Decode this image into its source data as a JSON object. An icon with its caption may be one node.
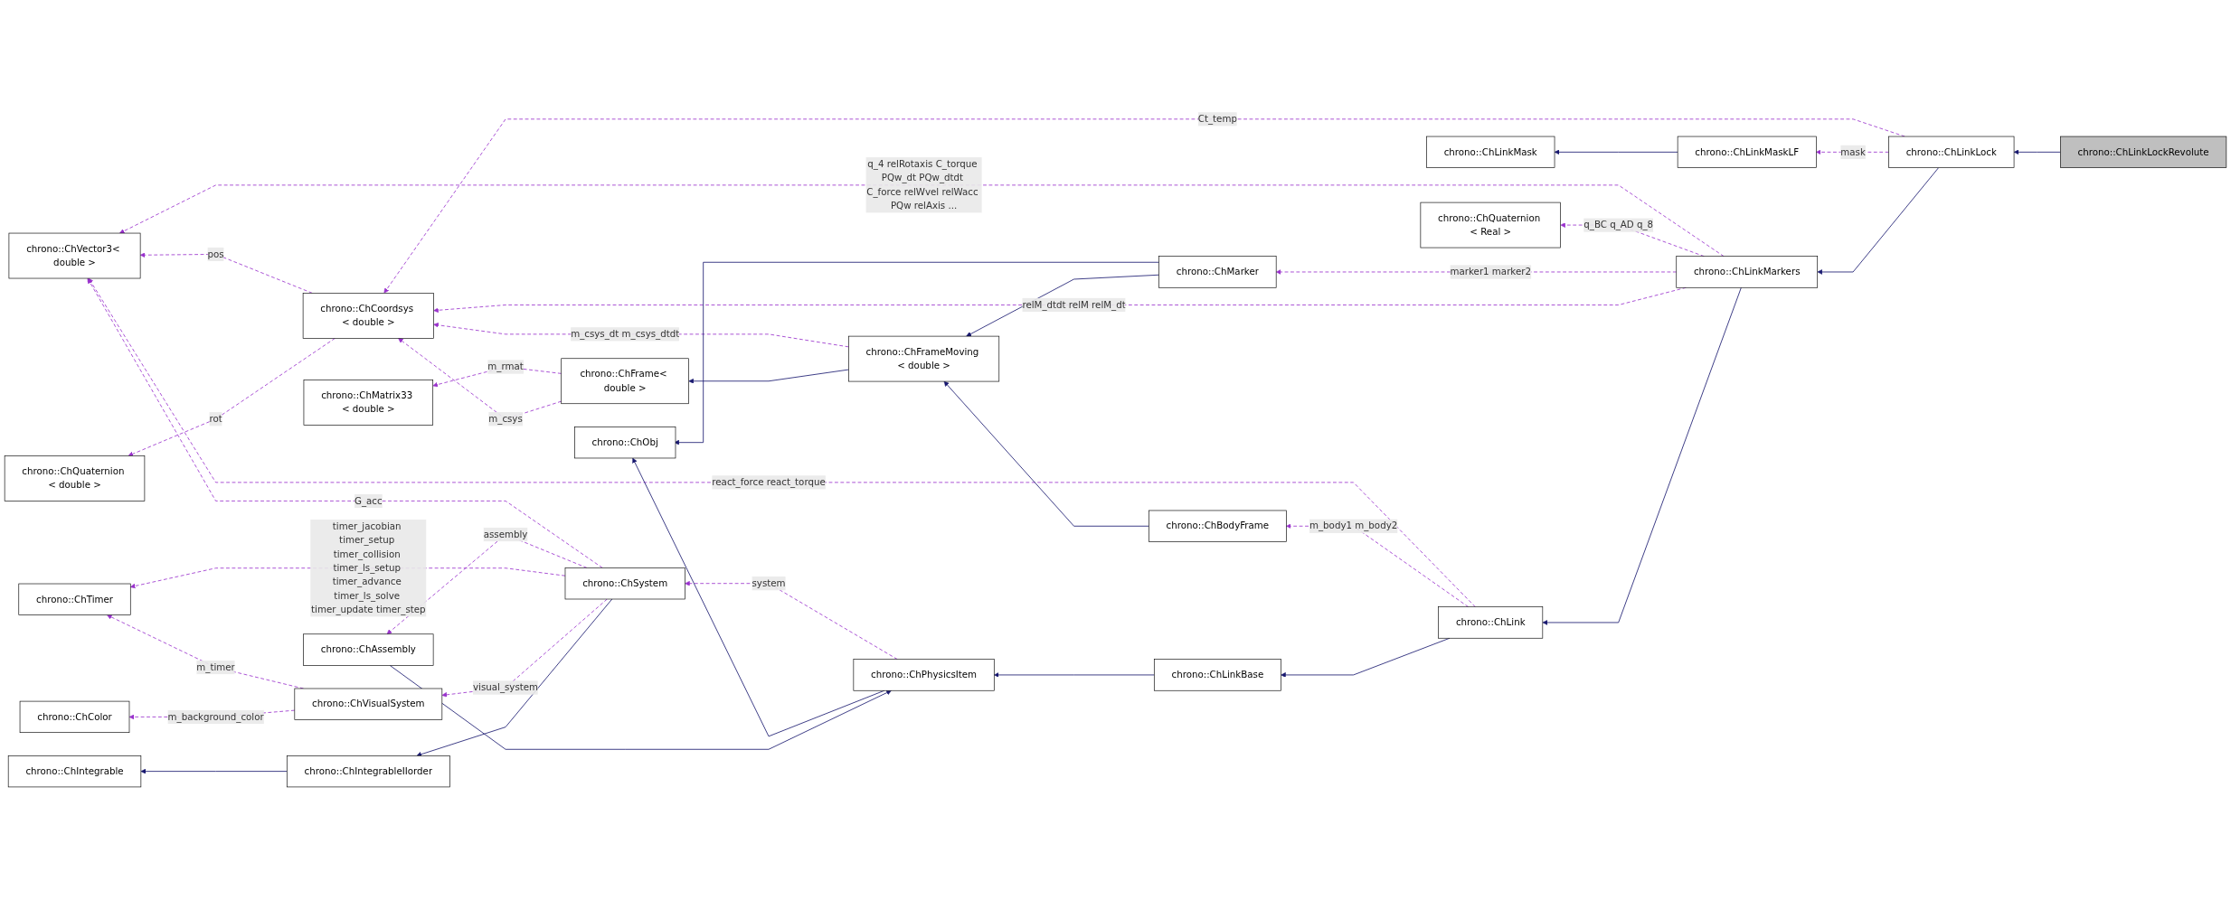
{
  "diagram": {
    "nodes": [
      {
        "text": [
          "chrono::ChVector3< double >"
        ]
      },
      {
        "text": [
          "chrono::ChQuaternion < double >"
        ]
      },
      {
        "text": [
          "chrono::ChMatrix33 < double >"
        ]
      },
      {
        "text": [
          "chrono::ChCoordsys < double >"
        ]
      },
      {
        "text": [
          "chrono::ChFrame< double >"
        ]
      },
      {
        "text": [
          "chrono::ChObj"
        ]
      },
      {
        "text": [
          "chrono::ChFrameMoving < double >"
        ]
      },
      {
        "text": [
          "chrono::ChPhysicsItem"
        ]
      },
      {
        "text": [
          "chrono::ChMarker"
        ]
      },
      {
        "text": [
          "chrono::ChBodyFrame"
        ]
      },
      {
        "text": [
          "chrono::ChLinkBase"
        ]
      },
      {
        "text": [
          "chrono::ChAssembly"
        ]
      },
      {
        "text": [
          "chrono::ChTimer"
        ]
      },
      {
        "text": [
          "chrono::ChColor"
        ]
      },
      {
        "text": [
          "chrono::ChIntegrable"
        ]
      },
      {
        "text": [
          "chrono::ChVisualSystem"
        ]
      },
      {
        "text": [
          "chrono::ChIntegrableIIorder"
        ]
      },
      {
        "text": [
          "chrono::ChLink"
        ]
      },
      {
        "text": [
          "chrono::ChSystem"
        ]
      },
      {
        "text": [
          "chrono::ChQuaternion < Real >"
        ]
      },
      {
        "text": [
          "chrono::ChLinkMarkers"
        ]
      },
      {
        "text": [
          "chrono::ChLinkMask"
        ]
      },
      {
        "text": [
          "chrono::ChLinkMaskLF"
        ]
      },
      {
        "text": [
          "chrono::ChLinkLock"
        ]
      },
      {
        "text": [
          "chrono::ChLinkLockRevolute"
        ]
      }
    ],
    "edges": [
      {
        "from": 20,
        "to": 0,
        "arrow": "to",
        "style": "dashed",
        "label": "q_4 relRotaxis C_torque PQw_dt PQw_dtdt C_force relWvel relWacc PQw relAxis ..."
      },
      {
        "from": 17,
        "to": 0,
        "arrow": "to",
        "style": "dashed",
        "label": "react_force react_torque"
      },
      {
        "from": 20,
        "to": 19,
        "arrow": "to",
        "style": "dashed",
        "label": "q_BC q_AD q_8"
      },
      {
        "from": 20,
        "to": 8,
        "arrow": "to",
        "style": "dashed",
        "label": "marker1 marker2"
      },
      {
        "from": 17,
        "to": 9,
        "arrow": "to",
        "style": "dashed",
        "label": "m_body1 m_body2"
      },
      {
        "from": 4,
        "to": 2,
        "arrow": "to",
        "style": "dashed",
        "label": "m_rmat"
      },
      {
        "from": 4,
        "to": 3,
        "arrow": "to",
        "style": "dashed",
        "label": "m_csys"
      },
      {
        "from": 3,
        "to": 0,
        "arrow": "to",
        "style": "dashed",
        "label": "pos"
      },
      {
        "from": 3,
        "to": 1,
        "arrow": "to",
        "style": "dashed",
        "label": "rot"
      },
      {
        "from": 6,
        "to": 3,
        "arrow": "to",
        "style": "dashed",
        "label": "m_csys_dt m_csys_dtdt"
      },
      {
        "from": 18,
        "to": 0,
        "arrow": "to",
        "style": "dashed",
        "label": "G_acc"
      },
      {
        "from": 7,
        "to": 18,
        "arrow": "to",
        "style": "dashed",
        "label": "system"
      },
      {
        "from": 18,
        "to": 11,
        "arrow": "to",
        "style": "dashed",
        "label": "assembly"
      },
      {
        "from": 18,
        "to": 12,
        "arrow": "to",
        "style": "dashed",
        "label": "timer_jacobian timer_setup timer_collision timer_ls_setup timer_advance timer_ls_solve timer_update timer_step"
      },
      {
        "from": 15,
        "to": 12,
        "arrow": "to",
        "style": "dashed",
        "label": "m_timer"
      },
      {
        "from": 15,
        "to": 13,
        "arrow": "to",
        "style": "dashed",
        "label": "m_background_color"
      },
      {
        "from": 18,
        "to": 15,
        "arrow": "to",
        "style": "dashed",
        "label": "visual_system"
      },
      {
        "from": 20,
        "to": 3,
        "arrow": "to",
        "style": "dashed",
        "label": "relM_dtdt relM relM_dt"
      },
      {
        "from": 23,
        "to": 3,
        "arrow": "to",
        "style": "dashed",
        "label": "Ct_temp"
      },
      {
        "from": 23,
        "to": 22,
        "arrow": "to",
        "style": "dashed",
        "label": "mask"
      },
      {
        "from": 8,
        "to": 5,
        "arrow": "to",
        "color": "#191970"
      },
      {
        "from": 8,
        "to": 6,
        "arrow": "to",
        "color": "#191970"
      },
      {
        "from": 9,
        "to": 6,
        "arrow": "to",
        "color": "#191970"
      },
      {
        "from": 6,
        "to": 4,
        "arrow": "to",
        "color": "#191970"
      },
      {
        "from": 10,
        "to": 7,
        "arrow": "to",
        "color": "#191970"
      },
      {
        "from": 7,
        "to": 5,
        "arrow": "to",
        "color": "#191970"
      },
      {
        "from": 11,
        "to": 7,
        "arrow": "to",
        "color": "#191970"
      },
      {
        "from": 17,
        "to": 10,
        "arrow": "to",
        "color": "#191970"
      },
      {
        "from": 20,
        "to": 17,
        "arrow": "to",
        "color": "#191970"
      },
      {
        "from": 18,
        "to": 16,
        "arrow": "to",
        "color": "#191970"
      },
      {
        "from": 16,
        "to": 14,
        "arrow": "to",
        "color": "#191970"
      },
      {
        "from": 23,
        "to": 20,
        "arrow": "to",
        "color": "#191970"
      },
      {
        "from": 24,
        "to": 23,
        "arrow": "to",
        "color": "#191970"
      },
      {
        "from": 22,
        "to": 21,
        "arrow": "to",
        "color": "#191970"
      }
    ]
  }
}
